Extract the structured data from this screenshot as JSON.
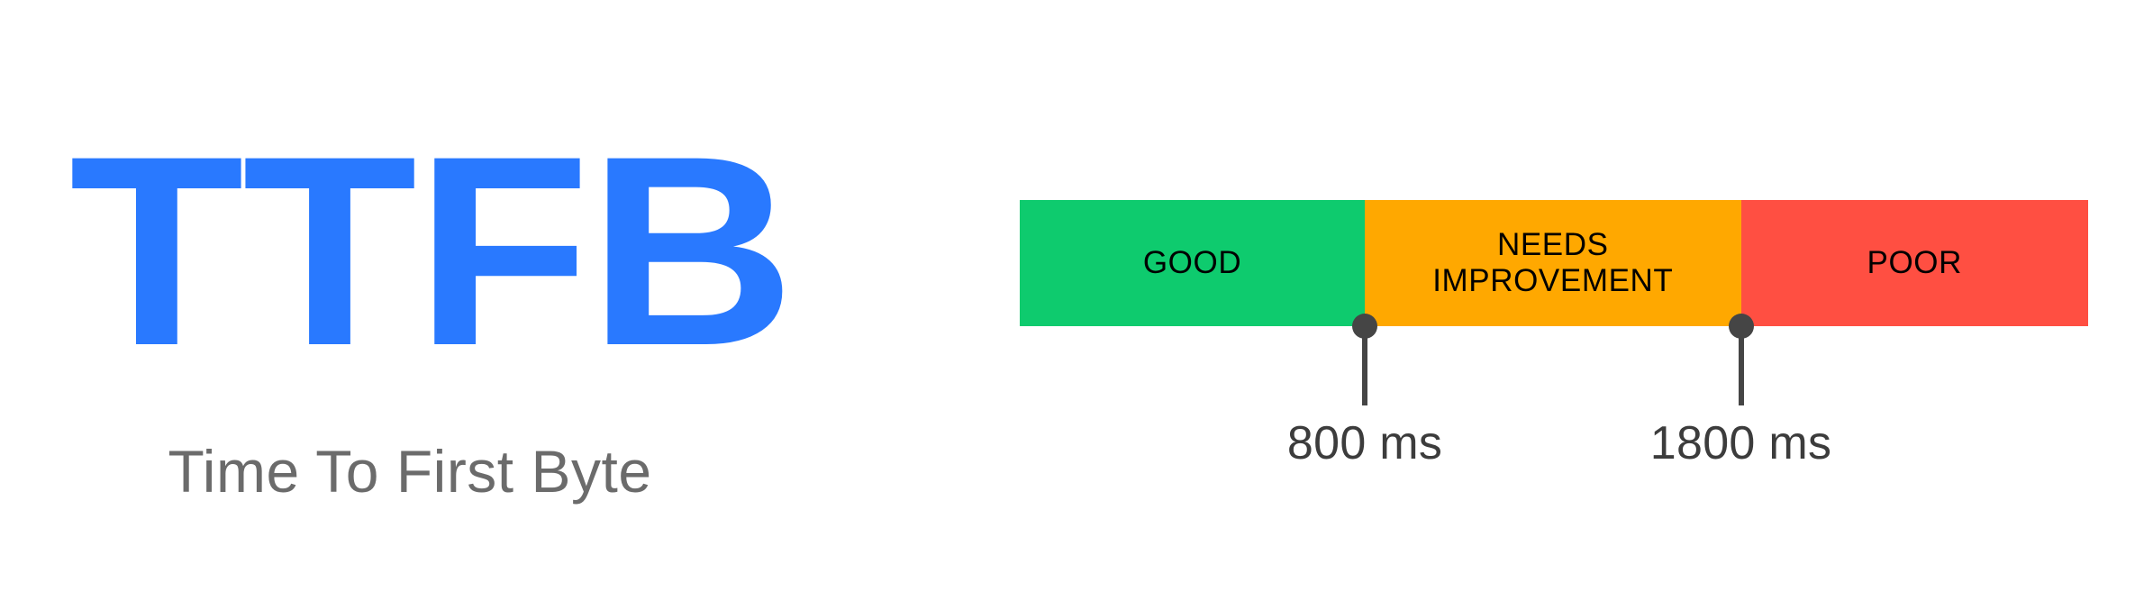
{
  "metric": {
    "acronym": "TTFB",
    "full_name": "Time To First Byte",
    "acronym_color": "#2979ff",
    "full_name_color": "#6b6b6b"
  },
  "chart_data": {
    "type": "bar",
    "title": "TTFB",
    "subtitle": "Time To First Byte",
    "xlabel": "",
    "ylabel": "",
    "orientation": "horizontal-stacked",
    "unit": "ms",
    "grid": false,
    "legend_position": "none",
    "categories": [
      "GOOD",
      "NEEDS IMPROVEMENT",
      "POOR"
    ],
    "segments": [
      {
        "label": "GOOD",
        "label_lines": "GOOD",
        "color": "#0ecb6e",
        "text_color": "#000000",
        "width_pct": 32.3,
        "range_start_ms": 0,
        "range_end_ms": 800
      },
      {
        "label": "NEEDS IMPROVEMENT",
        "label_lines": "NEEDS\nIMPROVEMENT",
        "color": "#ffa800",
        "text_color": "#000000",
        "width_pct": 35.2,
        "range_start_ms": 800,
        "range_end_ms": 1800
      },
      {
        "label": "POOR",
        "label_lines": "POOR",
        "color": "#ff4f42",
        "text_color": "#000000",
        "width_pct": 32.5,
        "range_start_ms": 1800,
        "range_end_ms": null
      }
    ],
    "thresholds": [
      {
        "value": 800,
        "caption": "800 ms",
        "position_pct": 32.3
      },
      {
        "value": 1800,
        "caption": "1800 ms",
        "position_pct": 67.5
      }
    ],
    "marker_color": "#454545",
    "caption_color": "#3c3c3c"
  }
}
